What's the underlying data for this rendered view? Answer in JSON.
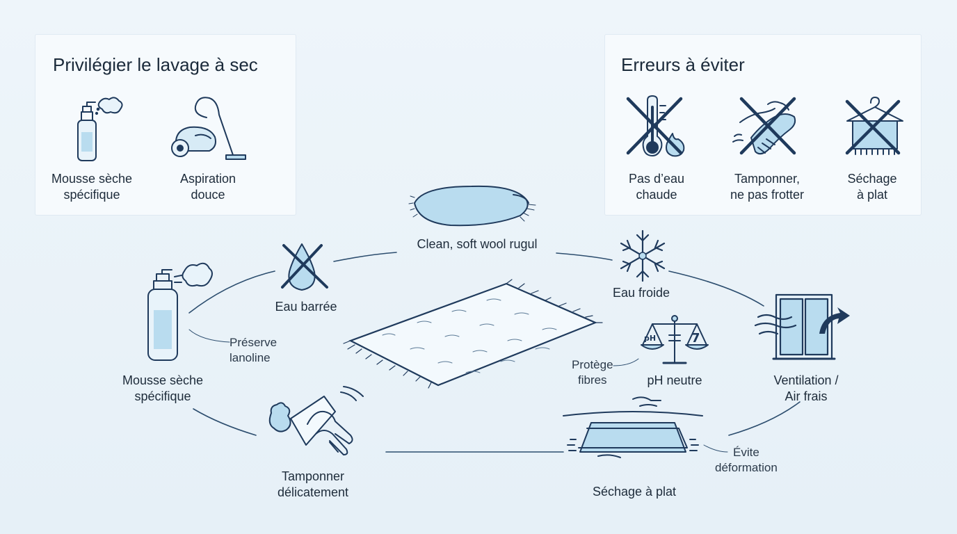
{
  "panels": {
    "left": {
      "title": "Privilégier le lavage à sec",
      "items": [
        {
          "icon": "foam-spray-icon",
          "line1": "Mousse sèche",
          "line2": "spécifique"
        },
        {
          "icon": "vacuum-cleaner-icon",
          "line1": "Aspiration",
          "line2": "douce"
        }
      ]
    },
    "right": {
      "title": "Erreurs à éviter",
      "items": [
        {
          "icon": "no-hot-water-icon",
          "line1": "Pas d’eau",
          "line2": "chaude"
        },
        {
          "icon": "no-rubbing-icon",
          "line1": "Tamponner,",
          "line2": "ne pas frotter"
        },
        {
          "icon": "flat-drying-crossed-icon",
          "line1": "Séchage",
          "line2": "à plat"
        }
      ]
    }
  },
  "cycle": {
    "center_caption": "Clean, soft wool rugul",
    "nodes": {
      "no_water": "Eau barrée",
      "cold_water": "Eau froide",
      "foam": {
        "line1": "Mousse sèche",
        "line2": "spécifique"
      },
      "ventilation": {
        "line1": "Ventilation /",
        "line2": "Air frais"
      },
      "dab": {
        "line1": "Tamponner",
        "line2": "délicatement"
      },
      "flat_dry": "Séchage à plat",
      "ph": "pH neutre"
    },
    "notes": {
      "lanolin": {
        "line1": "Préserve",
        "line2": "lanoline"
      },
      "fibres": {
        "line1": "Protège",
        "line2": "fibres"
      },
      "deformation": {
        "line1": "Évite",
        "line2": "déformation"
      }
    },
    "ph_scale": {
      "left": "pH",
      "right": "7"
    }
  },
  "colors": {
    "ink": "#1f3a5c",
    "fill": "#b9dcef",
    "accent_red": "#1f3a5c",
    "panel": "#f6fafd"
  }
}
